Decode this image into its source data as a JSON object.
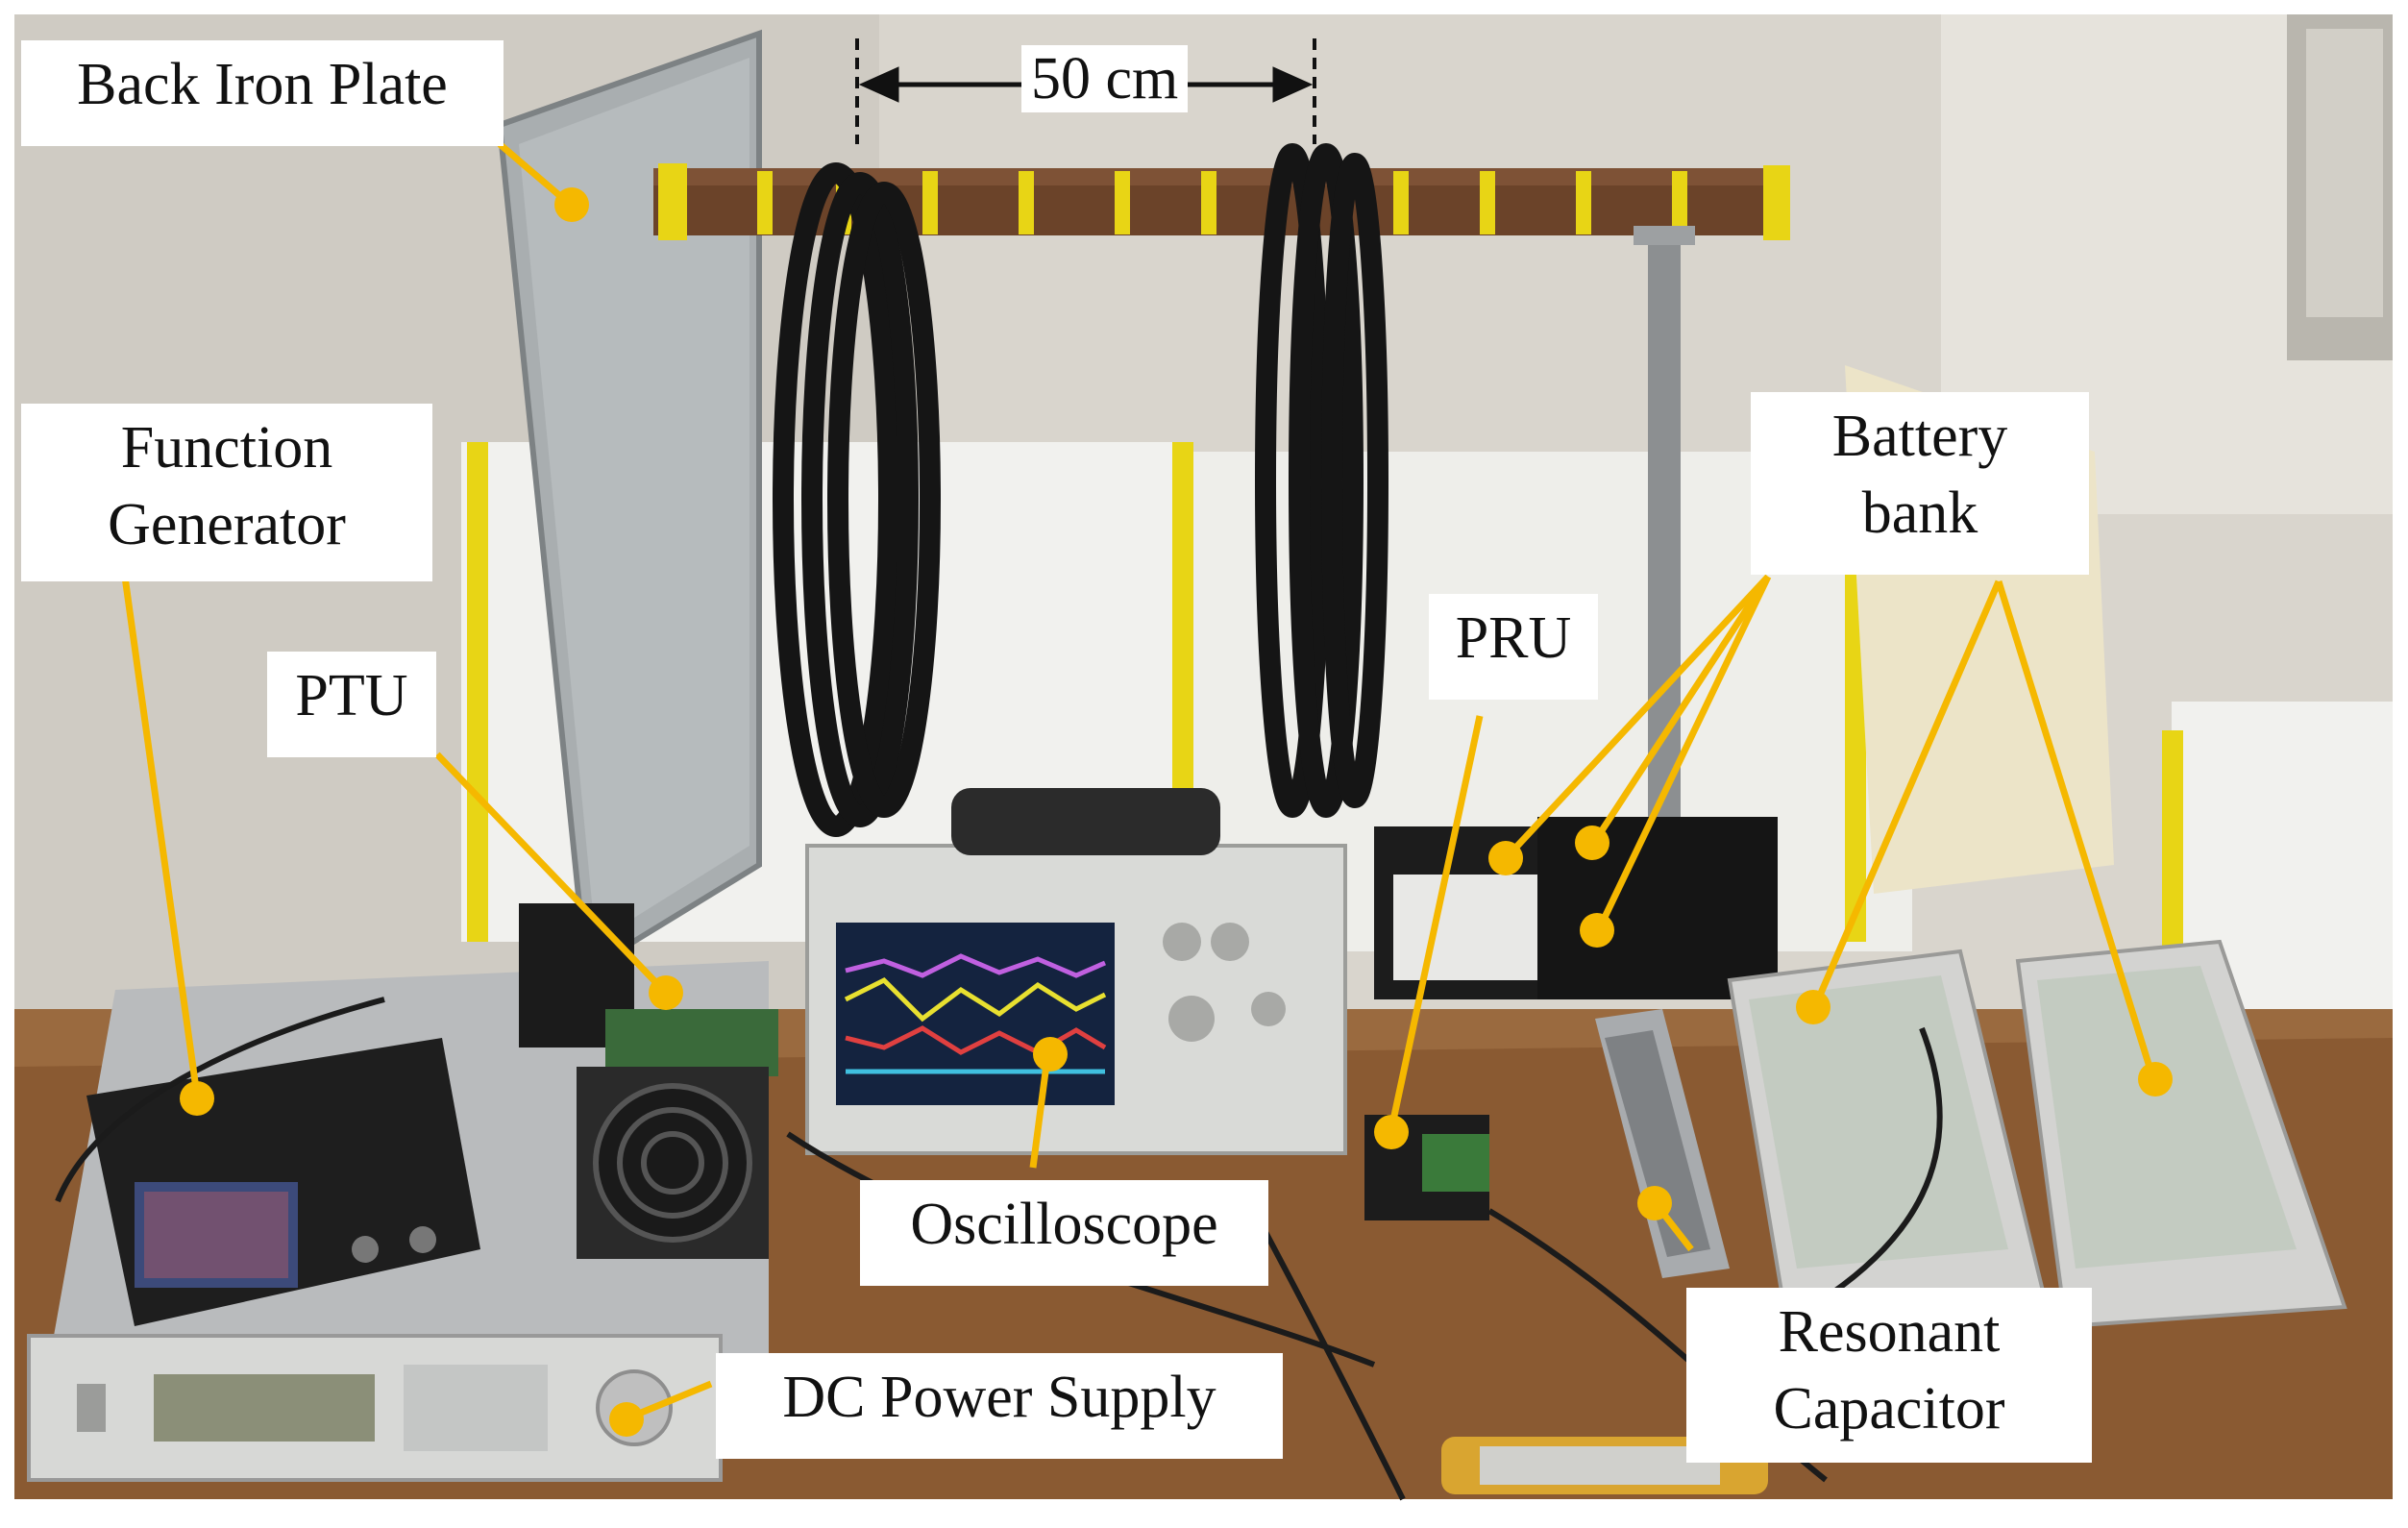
{
  "figure": {
    "labels": {
      "back_iron_plate": "Back Iron Plate",
      "function_generator_line1": "Function",
      "function_generator_line2": "Generator",
      "ptu": "PTU",
      "pru": "PRU",
      "battery_bank_line1": "Battery",
      "battery_bank_line2": "bank",
      "oscilloscope": "Oscilloscope",
      "dc_power_supply": "DC Power Supply",
      "resonant_capacitor_line1": "Resonant",
      "resonant_capacitor_line2": "Capacitor"
    },
    "dimension": "50 cm",
    "colors": {
      "callout": "#f5b800",
      "wall": "#dcd8d0",
      "bench": "#8a5a32",
      "paper": "#f1f1ee",
      "coil": "#151515",
      "tape": "#e8d515"
    }
  }
}
